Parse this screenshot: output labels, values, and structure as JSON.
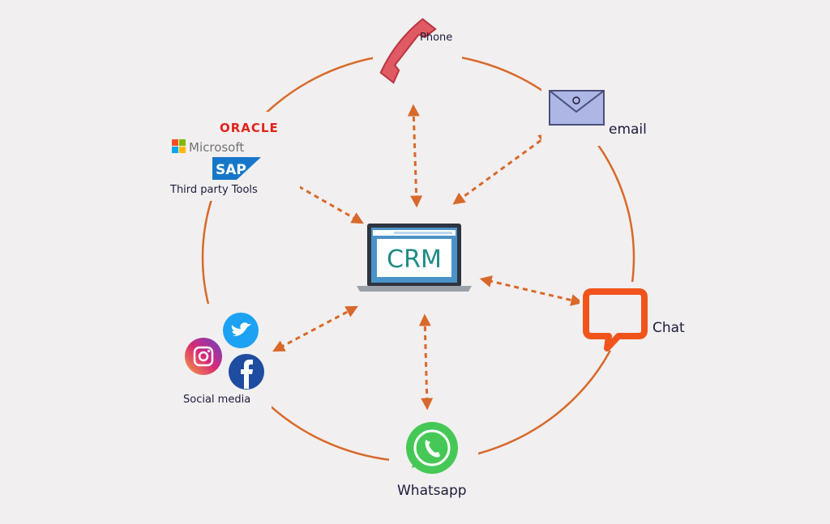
{
  "colors": {
    "background": "#f1eff0",
    "ring": "#d8692a",
    "arrow": "#d8692a",
    "label_ink": "#1d1b3a",
    "laptop_frame": "#2e3440",
    "laptop_screen": "#4a93c9",
    "crm_text": "#1f8a86",
    "phone": "#e05a63",
    "email_envelope": "#aeb6e6",
    "chat": "#f0541c",
    "whatsapp": "#46c856",
    "oracle": "#e2231a",
    "sap": "#1677c9",
    "twitter": "#1da1f2",
    "facebook": "#1e4ca1",
    "instagram": "#c13584"
  },
  "center": {
    "label": "CRM"
  },
  "nodes": {
    "phone": {
      "label": "Phone",
      "icon": "phone-icon"
    },
    "email": {
      "label": "email",
      "icon": "envelope-icon"
    },
    "chat": {
      "label": "Chat",
      "icon": "chat-bubble-icon"
    },
    "whatsapp": {
      "label": "Whatsapp",
      "icon": "whatsapp-icon"
    },
    "social": {
      "label": "Social media",
      "icons": [
        "twitter-icon",
        "instagram-icon",
        "facebook-icon"
      ]
    },
    "thirdparty": {
      "label": "Third party Tools",
      "oracle": "ORACLE",
      "microsoft": "Microsoft",
      "sap": "SAP"
    }
  }
}
